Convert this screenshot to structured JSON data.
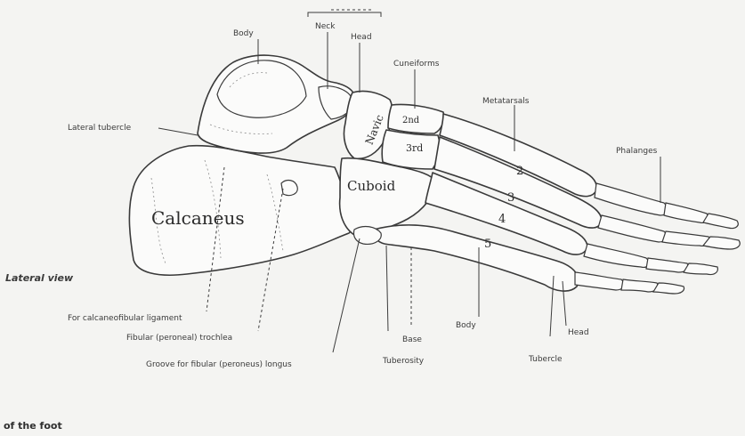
{
  "figure": {
    "view_label": "Lateral view",
    "caption": "of the foot",
    "bone_names": {
      "calcaneus": "Calcaneus",
      "cuboid": "Cuboid",
      "navicular": "Navic",
      "cuneiform_2": "2nd",
      "cuneiform_3": "3rd"
    },
    "metatarsal_numbers": [
      "2",
      "3",
      "4",
      "5"
    ],
    "labels": {
      "talus_neck": "Neck",
      "talus_body": "Body",
      "talus_head": "Head",
      "cuneiforms": "Cuneiforms",
      "metatarsals": "Metatarsals",
      "phalanges": "Phalanges",
      "lateral_tubercle": "Lateral tubercle",
      "calcaneofibular_ligament": "For calcaneofibular ligament",
      "fibular_trochlea": "Fibular (peroneal) trochlea",
      "groove_fibularis_longus": "Groove for fibular (peroneus) longus",
      "base": "Base",
      "tuberosity": "Tuberosity",
      "mt_body": "Body",
      "mt_head": "Head",
      "mt_tubercle": "Tubercle"
    }
  }
}
